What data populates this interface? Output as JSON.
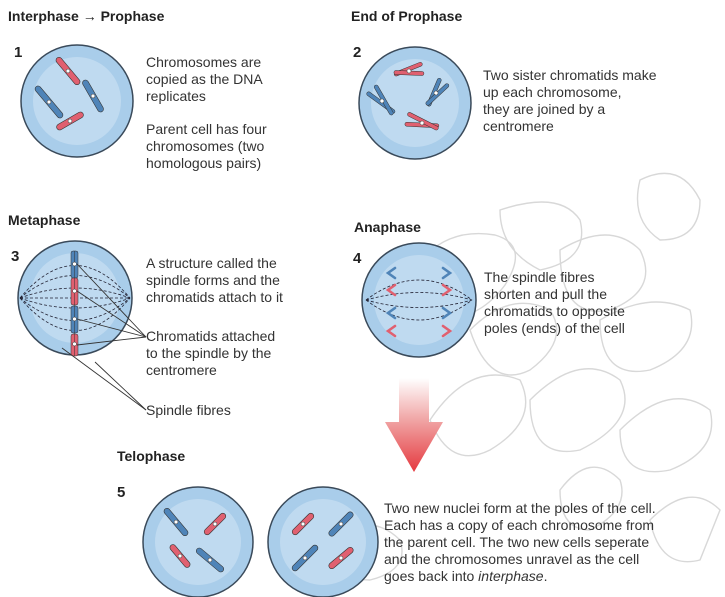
{
  "stages": {
    "s1": {
      "title": "Interphase → Prophase",
      "number": "1",
      "lines": [
        "Chromosomes are",
        "copied as the DNA",
        "replicates",
        "",
        "Parent cell has four",
        "chromosomes (two",
        "homologous pairs)"
      ]
    },
    "s2": {
      "title": "End of Prophase",
      "number": "2",
      "lines": [
        "Two sister chromatids make",
        "up each chromosome,",
        "they are joined by a",
        "centromere"
      ]
    },
    "s3": {
      "title": "Metaphase",
      "number": "3",
      "lines": [
        "A structure called the",
        "spindle forms and the",
        "chromatids attach to it"
      ],
      "label_attached": [
        "Chromatids attached",
        "to the spindle by the",
        "centromere"
      ],
      "label_fibres": "Spindle fibres"
    },
    "s4": {
      "title": "Anaphase",
      "number": "4",
      "lines": [
        "The spindle fibres",
        "shorten and pull the",
        "chromatids to opposite",
        "poles (ends) of the cell"
      ]
    },
    "s5": {
      "title": "Telophase",
      "number": "5",
      "lines": [
        "Two new nuclei form at the poles of the cell.",
        "Each has a copy of each chromosome from",
        "the parent cell. The two new cells seperate",
        "and the chromosomes unravel as the cell"
      ],
      "last_prefix": "goes back into ",
      "last_italic": "interphase",
      "last_suffix": "."
    }
  },
  "colors": {
    "cell_fill": "#a9cdea",
    "cell_edge": "#3a4a5a",
    "red": "#e06070",
    "blue": "#4f84b8",
    "arrow": "#e5393f"
  }
}
